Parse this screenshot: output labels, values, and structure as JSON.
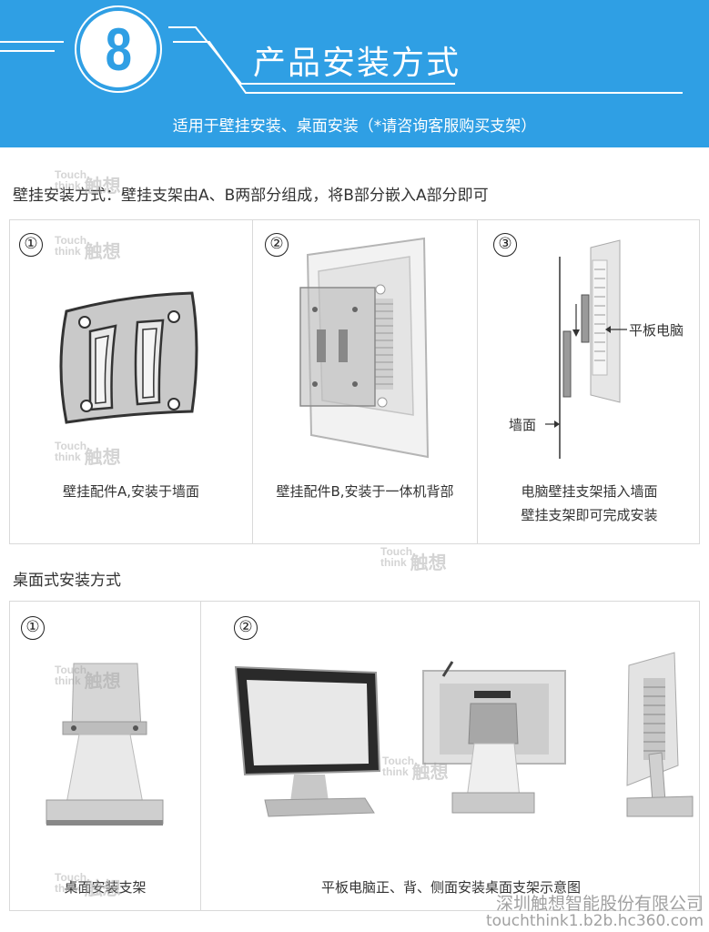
{
  "header": {
    "number": "8",
    "title": "产品安装方式",
    "subtitle": "适用于壁挂安装、桌面安装（*请咨询客服购买支架）"
  },
  "wall_mount": {
    "heading": "壁挂安装方式：壁挂支架由A、B两部分组成，将B部分嵌入A部分即可",
    "steps": [
      {
        "num": "①",
        "caption": "壁挂配件A,安装于墙面"
      },
      {
        "num": "②",
        "caption": "壁挂配件B,安装于一体机背部"
      },
      {
        "num": "③",
        "caption_line1": "电脑壁挂支架插入墙面",
        "caption_line2": "壁挂支架即可完成安装",
        "label_tablet": "平板电脑",
        "label_wall": "墙面"
      }
    ]
  },
  "desk_mount": {
    "heading": "桌面式安装方式",
    "steps": [
      {
        "num": "①",
        "caption": "桌面安装支架"
      },
      {
        "num": "②",
        "caption": "平板电脑正、背、侧面安装桌面支架示意图"
      }
    ]
  },
  "watermark": {
    "brand_en_1": "Touch",
    "brand_en_2": "think",
    "brand_cn": "触想"
  },
  "footer": {
    "company": "深圳触想智能股份有限公司",
    "url": "touchthink1.b2b.hc360.com"
  },
  "colors": {
    "accent": "#2f9fe4",
    "border": "#d9d9d9"
  }
}
